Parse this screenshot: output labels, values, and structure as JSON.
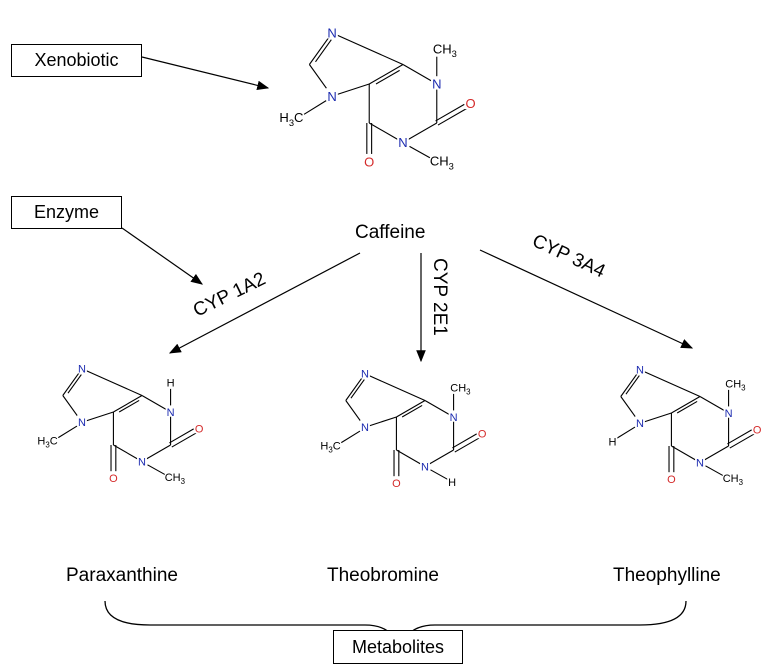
{
  "boxes": {
    "xenobiotic": "Xenobiotic",
    "enzyme": "Enzyme",
    "metabolites": "Metabolites"
  },
  "compounds": {
    "caffeine": "Caffeine",
    "paraxanthine": "Paraxanthine",
    "theobromine": "Theobromine",
    "theophylline": "Theophylline"
  },
  "enzymes": {
    "cyp1a2": "CYP 1A2",
    "cyp2e1": "CYP 2E1",
    "cyp3a4": "CYP 3A4"
  },
  "atoms": {
    "nitrogen": "N",
    "oxygen": "O",
    "hydrogen": "H",
    "methyl_c": "CH",
    "methyl_sub": "3",
    "h3c_h": "H",
    "h3c_sub": "3",
    "h3c_c": "C"
  },
  "colors": {
    "oxygen": "#d42a2a",
    "nitrogen": "#1c2bb0",
    "line": "#000000"
  }
}
